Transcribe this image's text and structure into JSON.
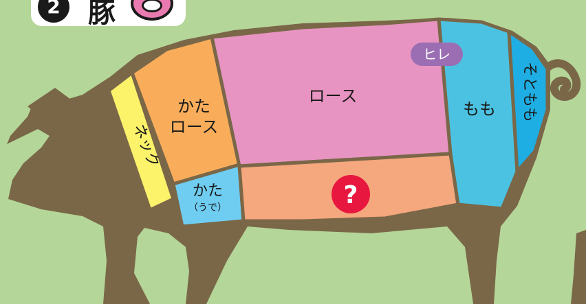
{
  "title": {
    "number": "2",
    "text": "豚"
  },
  "parts": {
    "neck": "ネック",
    "kata_loin_1": "かた",
    "kata_loin_2": "ロース",
    "kata_ude_1": "かた",
    "kata_ude_2": "（うで）",
    "loin": "ロース",
    "hire": "ヒレ",
    "momo": "もも",
    "sotomomo": "そともも",
    "mystery": "?"
  },
  "colors": {
    "background": "#b5d699",
    "silhouette": "#7a6748",
    "neck": "#fcf36b",
    "kata_loin": "#f9ad5b",
    "kata_ude": "#6fcdf1",
    "loin": "#e794c2",
    "bara": "#f5a77d",
    "momo": "#4cc2e2",
    "sotomomo": "#1eaee3",
    "hire": "#9b6db3",
    "question": "#e8173f"
  },
  "icons": [
    "pig-face-icon",
    "question-icon"
  ]
}
